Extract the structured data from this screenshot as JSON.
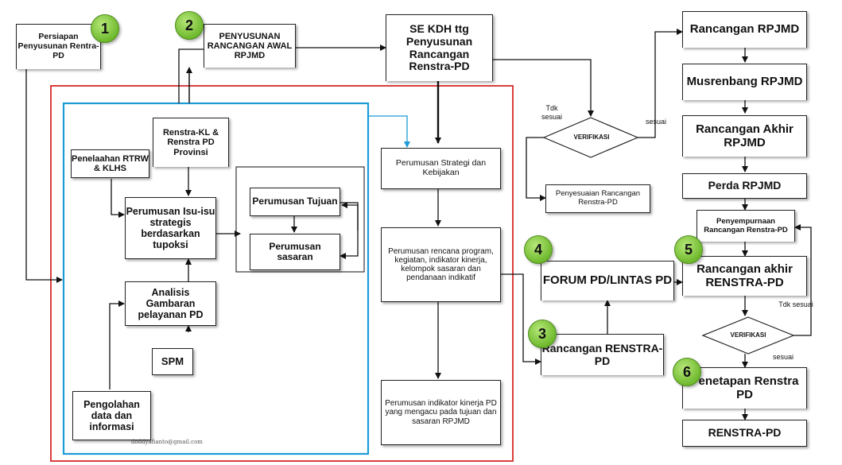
{
  "boxes": {
    "persiapan": "Persiapan Penyusunan Rentra-PD",
    "penyusunan": "PENYUSUNAN RANCANGAN AWAL RPJMD",
    "se_kdh": "SE KDH  ttg Penyusunan Rancangan Renstra-PD",
    "rancangan_rpjmd": "Rancangan RPJMD",
    "musrenbang": "Musrenbang RPJMD",
    "rancangan_akhir_rpjmd": "Rancangan Akhir RPJMD",
    "perda": "Perda RPJMD",
    "renstra_kl": "Renstra-KL & Renstra PD Provinsi",
    "penelaahan": "Penelaahan RTRW  & KLHS",
    "perumusan_isu": "Perumusan Isu-isu strategis berdasarkan tupoksi",
    "perumusan_tujuan": "Perumusan Tujuan",
    "perumusan_sasaran": "Perumusan sasaran",
    "analisis": "Analisis Gambaran pelayanan PD",
    "spm": "SPM",
    "pengolahan": "Pengolahan data dan informasi",
    "strategi": "Perumusan Strategi dan Kebijakan",
    "rencana": "Perumusan rencana program, kegiatan, indikator kinerja, kelompok sasaran dan pendanaan indikatif",
    "indikator": "Perumusan indikator kinerja PD yang mengacu pada tujuan dan sasaran RPJMD",
    "penyesuaian": "Penyesuaian Rancangan Renstra-PD",
    "forum": "FORUM PD/LINTAS PD",
    "rancangan_renstra": "Rancangan RENSTRA-PD",
    "penyempurnaan": "Penyempurnaan Rancangan Renstra-PD",
    "rancangan_akhir_renstra": "Rancangan akhir RENSTRA-PD",
    "penetapan": "Penetapan Renstra PD",
    "renstra_pd": "RENSTRA-PD"
  },
  "decisions": {
    "verifikasi_top": "VERIFIKASI",
    "verifikasi_bottom": "VERIFIKASI"
  },
  "labels": {
    "tdk_sesuai_top": "Tdk sesuai",
    "sesuai_top": "sesuai",
    "tdk_sesuai_bottom": "Tdk sesuai",
    "sesuai_bottom": "sesuai"
  },
  "numbers": [
    "1",
    "2",
    "3",
    "4",
    "5",
    "6"
  ],
  "credit": "doddyafianto@gmail.com",
  "colors": {
    "red_frame": "#d62828",
    "blue_frame": "#1a9bd6",
    "step_badge": "#7cc242"
  }
}
